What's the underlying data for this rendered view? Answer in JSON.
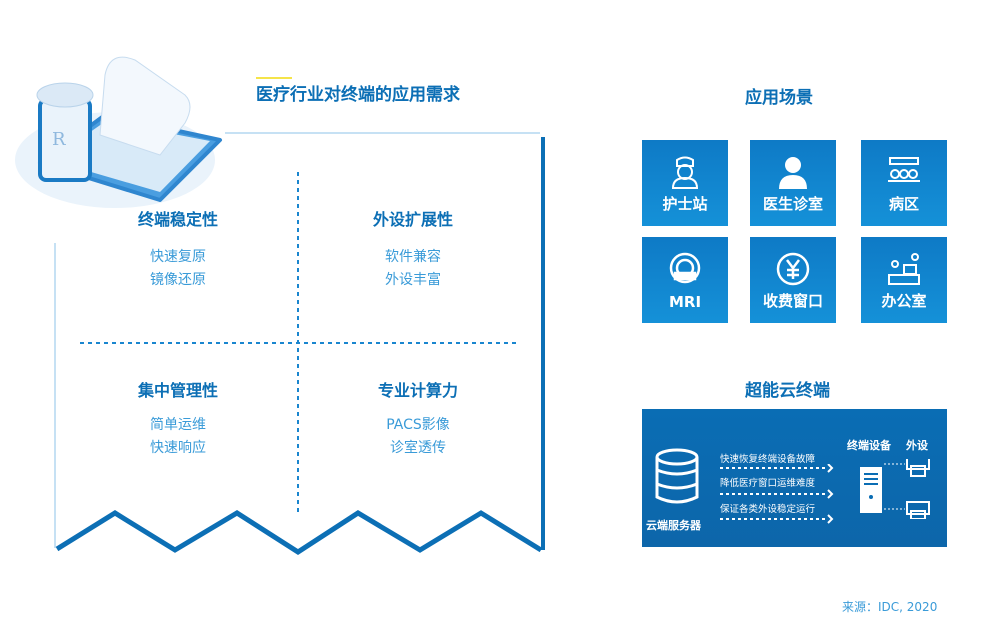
{
  "left": {
    "title": "医疗行业对终端的应用需求",
    "quadrants": [
      {
        "heading": "终端稳定性",
        "lines": [
          "快速复原",
          "镜像还原"
        ]
      },
      {
        "heading": "外设扩展性",
        "lines": [
          "软件兼容",
          "外设丰富"
        ]
      },
      {
        "heading": "集中管理性",
        "lines": [
          "简单运维",
          "快速响应"
        ]
      },
      {
        "heading": "专业计算力",
        "lines": [
          "PACS影像",
          "诊室透传"
        ]
      }
    ]
  },
  "scenes": {
    "title": "应用场景",
    "tiles": [
      {
        "label": "护士站",
        "icon": "nurse-icon"
      },
      {
        "label": "医生诊室",
        "icon": "doctor-icon"
      },
      {
        "label": "病区",
        "icon": "ward-icon"
      },
      {
        "label": "MRI",
        "icon": "mri-icon"
      },
      {
        "label": "收费窗口",
        "icon": "yen-icon"
      },
      {
        "label": "办公室",
        "icon": "office-icon"
      }
    ]
  },
  "cloud": {
    "title": "超能云终端",
    "server_label": "云端服务器",
    "device_label": "终端设备",
    "peripheral_label": "外设",
    "arrows": [
      "快速恢复终端设备故障",
      "降低医疗窗口运维难度",
      "保证各类外设稳定运行"
    ]
  },
  "source": "来源：IDC, 2020",
  "colors": {
    "primary": "#0c6fb5",
    "light": "#3a9bd8",
    "tile": "#1088d0"
  }
}
